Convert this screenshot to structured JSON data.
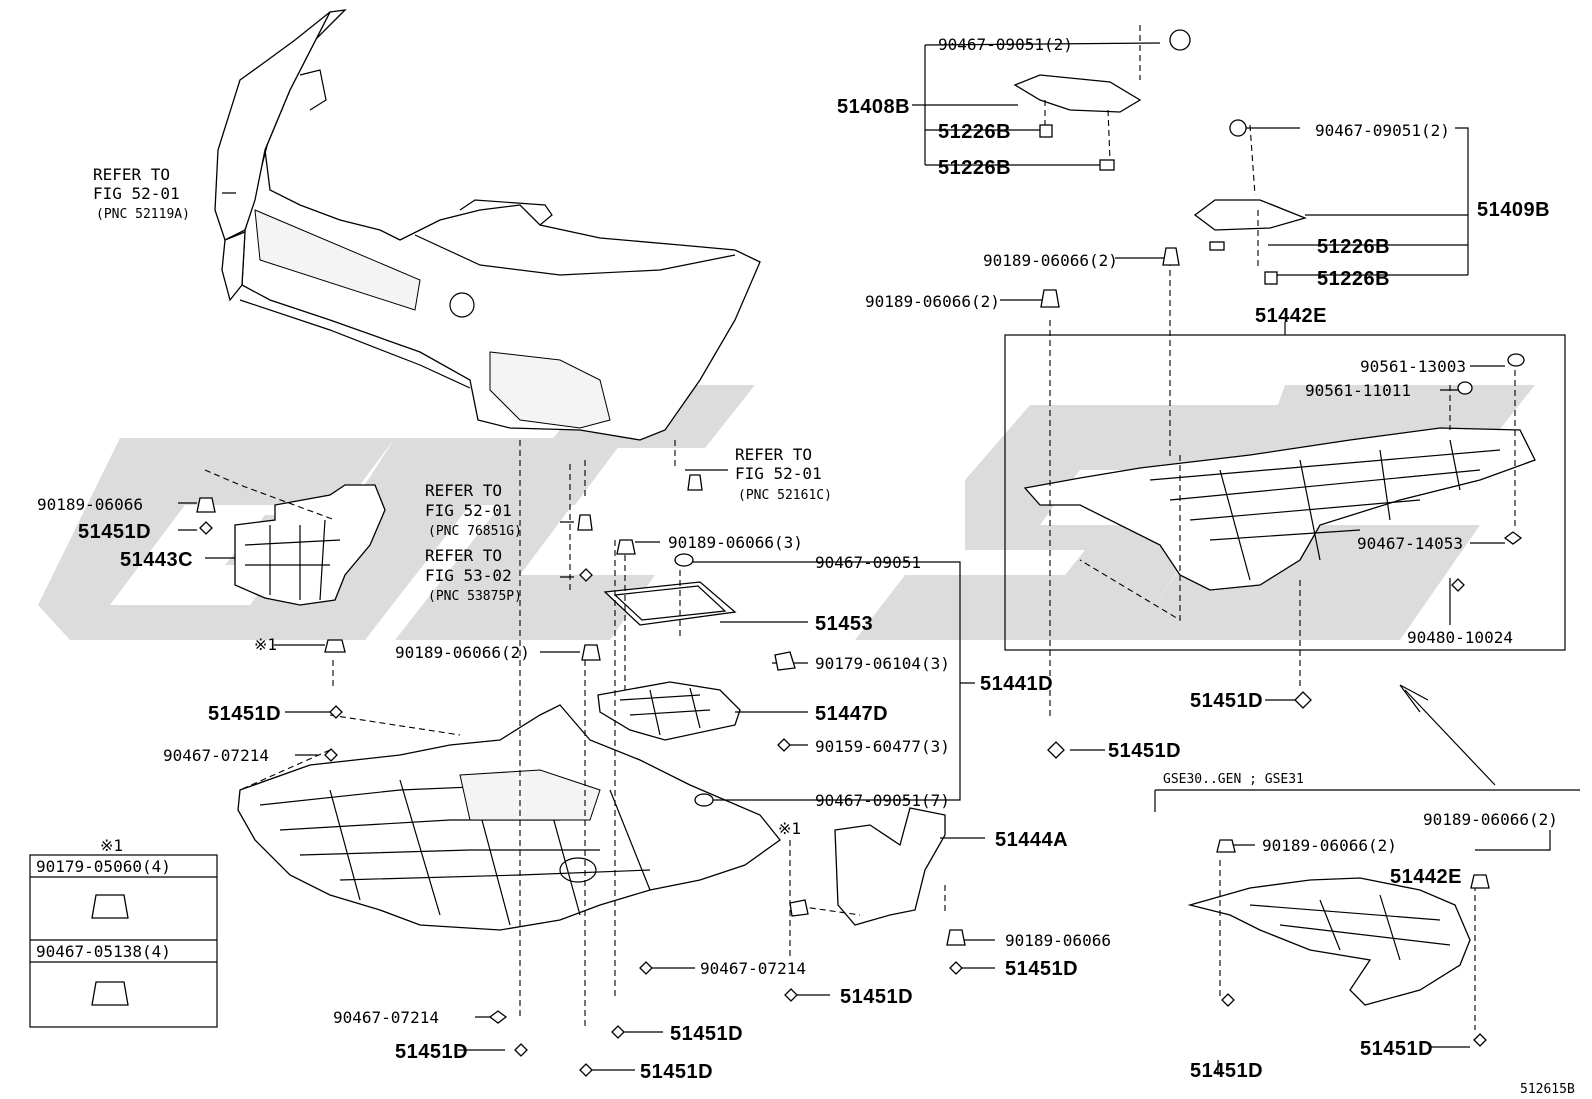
{
  "diagram_id": "512615B",
  "references": {
    "bumper": {
      "line1": "REFER TO",
      "line2": "FIG 52-01",
      "line3": "(PNC 52119A)"
    },
    "clip_left": {
      "line1": "REFER TO",
      "line2": "FIG 52-01",
      "line3": "(PNC 76851G)"
    },
    "clip_mid": {
      "line1": "REFER TO",
      "line2": "FIG 53-02",
      "line3": "(PNC 53875P)"
    },
    "clip_right": {
      "line1": "REFER TO",
      "line2": "FIG 52-01",
      "line3": "(PNC 52161C)"
    }
  },
  "labels": {
    "top_90467_09051": "90467-09051(2)",
    "p51408B": "51408B",
    "p51226B_a": "51226B",
    "p51226B_b": "51226B",
    "right_90467_09051": "90467-09051(2)",
    "p51409B": "51409B",
    "p51226B_c": "51226B",
    "p51226B_d": "51226B",
    "r_90189_a": "90189-06066(2)",
    "r_90189_b": "90189-06066(2)",
    "p51442E": "51442E",
    "p90561_13003": "90561-13003",
    "p90561_11011": "90561-11011",
    "p90467_14053": "90467-14053",
    "p90480_10024": "90480-10024",
    "p51451D_r1": "51451D",
    "p51451D_r2": "51451D",
    "l_90189": "90189-06066",
    "l_51451D": "51451D",
    "p51443C": "51443C",
    "note1": "※1",
    "l_51451D_2": "51451D",
    "l_90467_07214": "90467-07214",
    "m_90189_3": "90189-06066(3)",
    "m_90467_09051": "90467-09051",
    "p51453": "51453",
    "m_90189_2": "90189-06066(2)",
    "m_90179_06104": "90179-06104(3)",
    "p51441D": "51441D",
    "p51447D": "51447D",
    "m_90159_60477": "90159-60477(3)",
    "m_90467_09051_7": "90467-09051(7)",
    "p51444A": "51444A",
    "note1b": "※1",
    "b_90189": "90189-06066",
    "b_51451D_a": "51451D",
    "b_90467_07214": "90467-07214",
    "b_51451D_b": "51451D",
    "b_51451D_c": "51451D",
    "bl_90467_07214": "90467-07214",
    "bl_51451D": "51451D",
    "bm_51451D": "51451D",
    "variant": "GSE30..GEN ; GSE31",
    "v_90189_a": "90189-06066(2)",
    "v_90189_b": "90189-06066(2)",
    "v_51442E": "51442E",
    "v_51451D_a": "51451D",
    "v_51451D_b": "51451D"
  },
  "legend": {
    "mark": "※1",
    "item1": "90179-05060(4)",
    "item2": "90467-05138(4)"
  }
}
